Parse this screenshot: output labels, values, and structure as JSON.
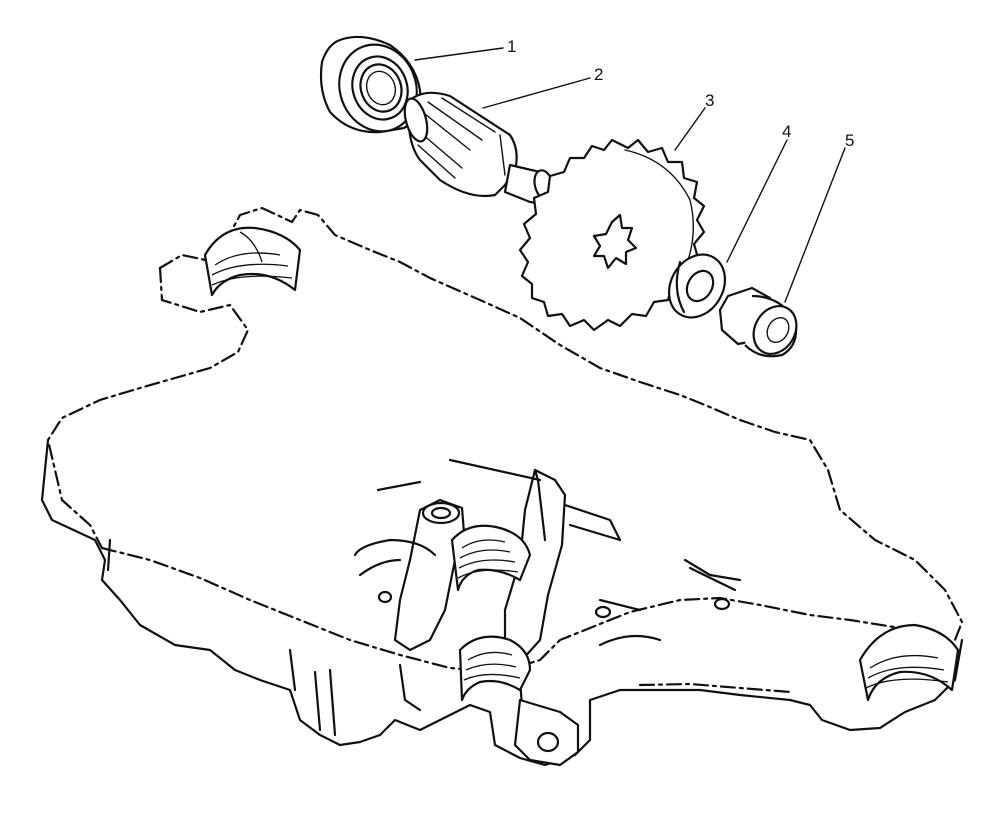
{
  "callouts": [
    {
      "id": "1",
      "text": "1"
    },
    {
      "id": "2",
      "text": "2"
    },
    {
      "id": "3",
      "text": "3"
    },
    {
      "id": "4",
      "text": "4"
    },
    {
      "id": "5",
      "text": "5"
    }
  ],
  "colors": {
    "ink": "#111111",
    "background": "#ffffff"
  }
}
